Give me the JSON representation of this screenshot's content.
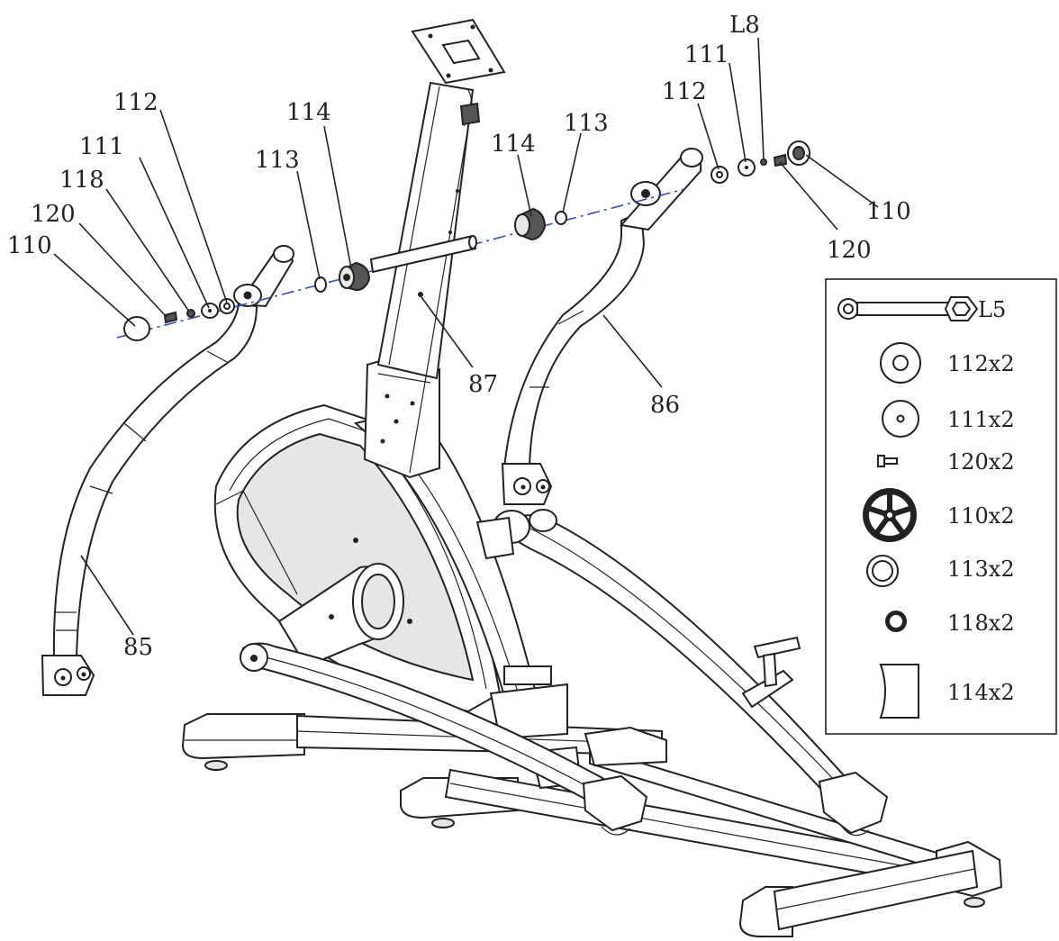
{
  "callouts": {
    "c110_left": "110",
    "c120_left": "120",
    "c118": "118",
    "c111_left": "111",
    "c112_left": "112",
    "c113_left": "113",
    "c114_left": "114",
    "c114_right": "114",
    "c113_right": "113",
    "c112_right": "112",
    "c111_right": "111",
    "cL8": "L8",
    "c110_right": "110",
    "c120_right": "120",
    "c87": "87",
    "c86": "86",
    "c85": "85"
  },
  "legend": {
    "items": [
      {
        "label": "L5",
        "icon": "wrench-icon"
      },
      {
        "label": "112x2",
        "icon": "washer-icon"
      },
      {
        "label": "111x2",
        "icon": "washer-small-hole-icon"
      },
      {
        "label": "120x2",
        "icon": "bolt-icon"
      },
      {
        "label": "110x2",
        "icon": "end-cap-icon"
      },
      {
        "label": "113x2",
        "icon": "ring-icon"
      },
      {
        "label": "118x2",
        "icon": "small-ring-icon"
      },
      {
        "label": "114x2",
        "icon": "bushing-icon"
      }
    ]
  }
}
